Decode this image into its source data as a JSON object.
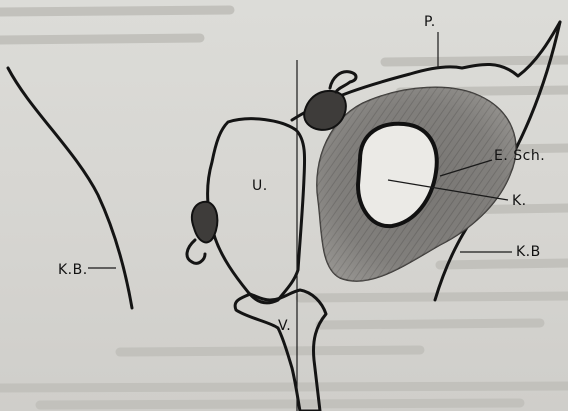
{
  "figure": {
    "colors": {
      "paper": "#d9d8d4",
      "ink": "#141414",
      "tumor": "#7d7b78",
      "bleed_through": "#c2c1bc"
    },
    "labels": {
      "p": "P.",
      "u": "U.",
      "v": "V.",
      "e_sch": "E. Sch.",
      "k": "K.",
      "kb_left": "K.B.",
      "kb_right": "K.B"
    }
  }
}
